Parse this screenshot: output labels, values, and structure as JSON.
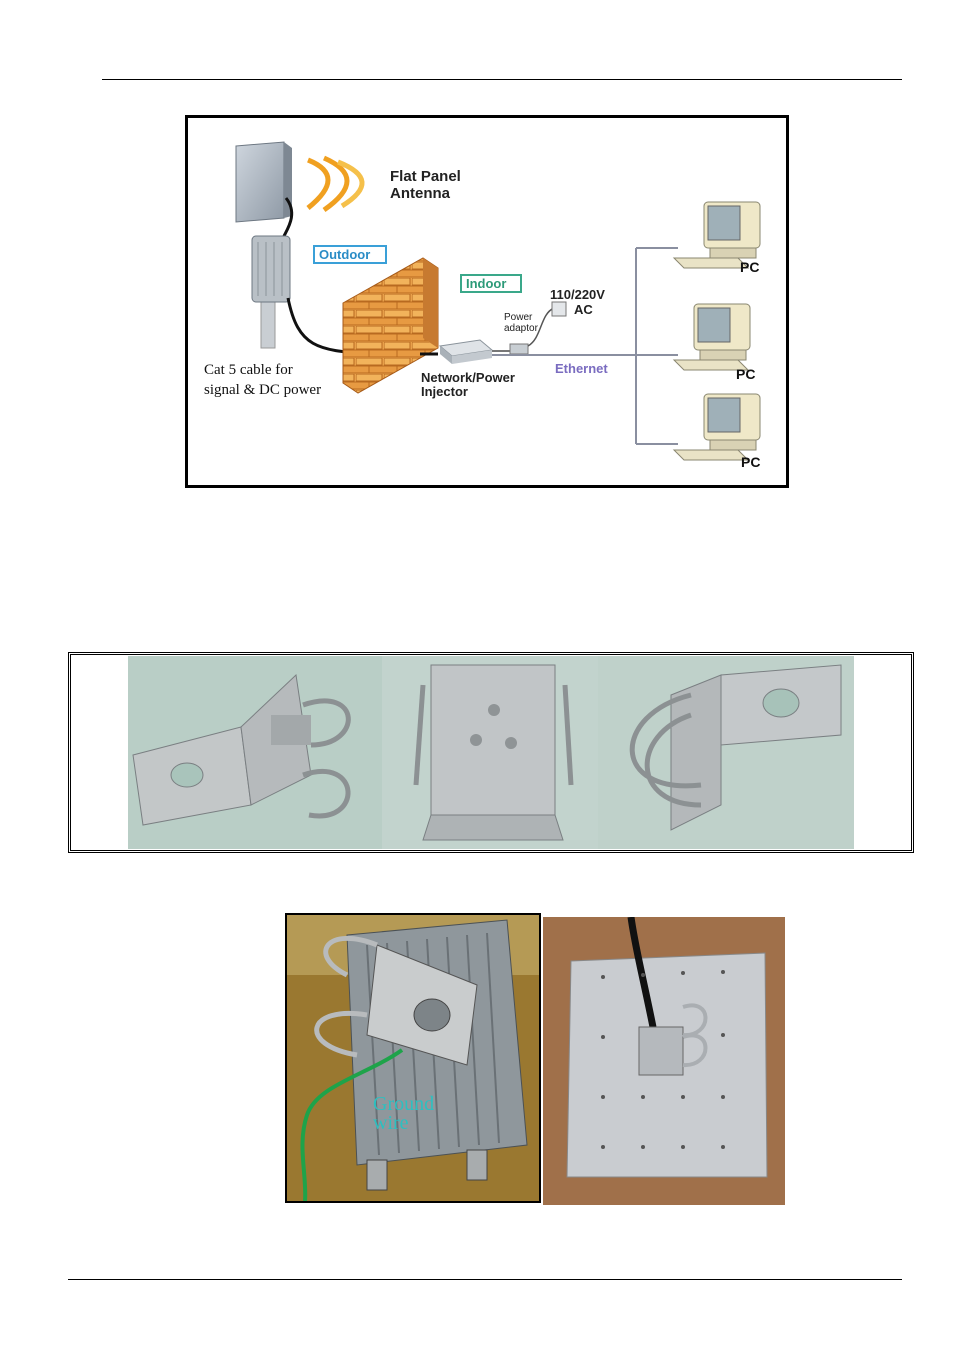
{
  "figure1": {
    "antenna_label_line1": "Flat Panel",
    "antenna_label_line2": "Antenna",
    "outdoor_label": "Outdoor",
    "indoor_label": "Indoor",
    "power_voltage": "110/220V",
    "power_ac": "AC",
    "power_adaptor_line1": "Power",
    "power_adaptor_line2": "adaptor",
    "cable_label_line1": "Cat 5 cable for",
    "cable_label_line2": "signal & DC power",
    "injector_label_line1": "Network/Power",
    "injector_label_line2": "Injector",
    "ethernet_label": "Ethernet",
    "pc_labels": [
      "PC",
      "PC",
      "PC"
    ]
  },
  "figure3": {
    "ground_wire_line1": "Ground",
    "ground_wire_line2": "wire"
  },
  "colors": {
    "outdoor_box": "#3aa0d8",
    "indoor_box": "#3aa88a",
    "ethernet_text": "#7a6cc0",
    "ground_wire": "#2cc0c0"
  }
}
